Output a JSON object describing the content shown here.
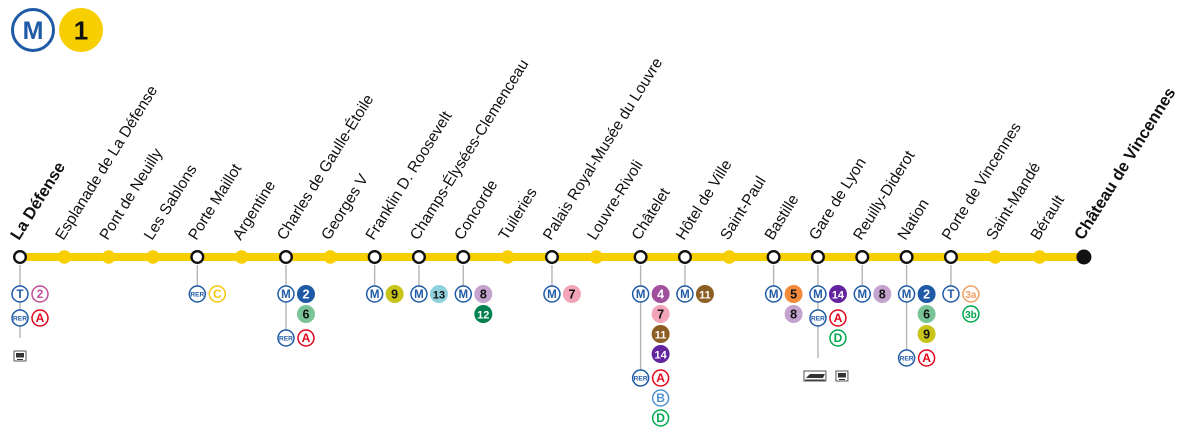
{
  "header": {
    "metro_letter": "M",
    "line_number": "1",
    "metro_color": "#1f5aa6",
    "line_color": "#f7ce00"
  },
  "stations": [
    {
      "name": "La Défense",
      "terminus": true,
      "conn": [
        [
          "T",
          [
            "2"
          ]
        ],
        [
          "RER",
          [
            "A"
          ]
        ],
        [
          "TRAIN"
        ]
      ]
    },
    {
      "name": "Esplanade de La Défense",
      "conn": []
    },
    {
      "name": "Pont de Neuilly",
      "conn": []
    },
    {
      "name": "Les Sablons",
      "conn": []
    },
    {
      "name": "Porte Maillot",
      "conn": [
        [
          "RER",
          [
            "C"
          ]
        ]
      ]
    },
    {
      "name": "Argentine",
      "conn": []
    },
    {
      "name": "Charles de Gaulle-Étoile",
      "conn": [
        [
          "M",
          [
            "2",
            "6"
          ]
        ],
        [
          "RER",
          [
            "A"
          ]
        ]
      ]
    },
    {
      "name": "Georges V",
      "conn": []
    },
    {
      "name": "Franklin D. Roosevelt",
      "conn": [
        [
          "M",
          [
            "9"
          ]
        ]
      ]
    },
    {
      "name": "Champs-Élysées-Clemenceau",
      "conn": [
        [
          "M",
          [
            "13"
          ]
        ]
      ]
    },
    {
      "name": "Concorde",
      "conn": [
        [
          "M",
          [
            "8",
            "12"
          ]
        ]
      ]
    },
    {
      "name": "Tuileries",
      "conn": []
    },
    {
      "name": "Palais Royal-Musée du Louvre",
      "conn": [
        [
          "M",
          [
            "7"
          ]
        ]
      ]
    },
    {
      "name": "Louvre-Rivoli",
      "conn": []
    },
    {
      "name": "Châtelet",
      "conn": [
        [
          "M",
          [
            "4",
            "7",
            "11",
            "14"
          ]
        ],
        [
          "RER",
          [
            "A",
            "B",
            "D"
          ]
        ]
      ]
    },
    {
      "name": "Hôtel de Ville",
      "conn": [
        [
          "M",
          [
            "11"
          ]
        ]
      ]
    },
    {
      "name": "Saint-Paul",
      "conn": []
    },
    {
      "name": "Bastille",
      "conn": [
        [
          "M",
          [
            "5",
            "8"
          ]
        ]
      ]
    },
    {
      "name": "Gare de Lyon",
      "conn": [
        [
          "M",
          [
            "14"
          ]
        ],
        [
          "RER",
          [
            "A",
            "D"
          ]
        ],
        [
          "TGV",
          "TRAIN"
        ]
      ]
    },
    {
      "name": "Reuilly-Diderot",
      "conn": [
        [
          "M",
          [
            "8"
          ]
        ]
      ]
    },
    {
      "name": "Nation",
      "conn": [
        [
          "M",
          [
            "2",
            "6",
            "9"
          ]
        ],
        [
          "RER",
          [
            "A"
          ]
        ]
      ]
    },
    {
      "name": "Porte de Vincennes",
      "conn": [
        [
          "T",
          [
            "3a",
            "3b"
          ]
        ]
      ]
    },
    {
      "name": "Saint-Mandé",
      "conn": []
    },
    {
      "name": "Bérault",
      "conn": []
    },
    {
      "name": "Château de Vincennes",
      "terminus": true,
      "conn": []
    }
  ],
  "colors": {
    "metro": {
      "2": "#1f5aa6",
      "4": "#a1509e",
      "5": "#f28c3c",
      "6": "#79c497",
      "7": "#f2a4b8",
      "8": "#c4a3cf",
      "9": "#c8c419",
      "11": "#8c5e24",
      "12": "#00814f",
      "13": "#8ed1dc",
      "14": "#62259d"
    },
    "rer": {
      "A": "#e3051c",
      "B": "#5291ce",
      "C": "#f5c70e",
      "D": "#00a94f"
    },
    "tram": {
      "2": "#c34d9b",
      "3a": "#f29e62",
      "3b": "#00a54f"
    },
    "metro_mode": "#1f5aa6",
    "rer_mode": "#1f5aa6",
    "tram_mode": "#1f5aa6"
  },
  "icons": {
    "train": "train-icon",
    "tgv": "tgv-icon"
  }
}
